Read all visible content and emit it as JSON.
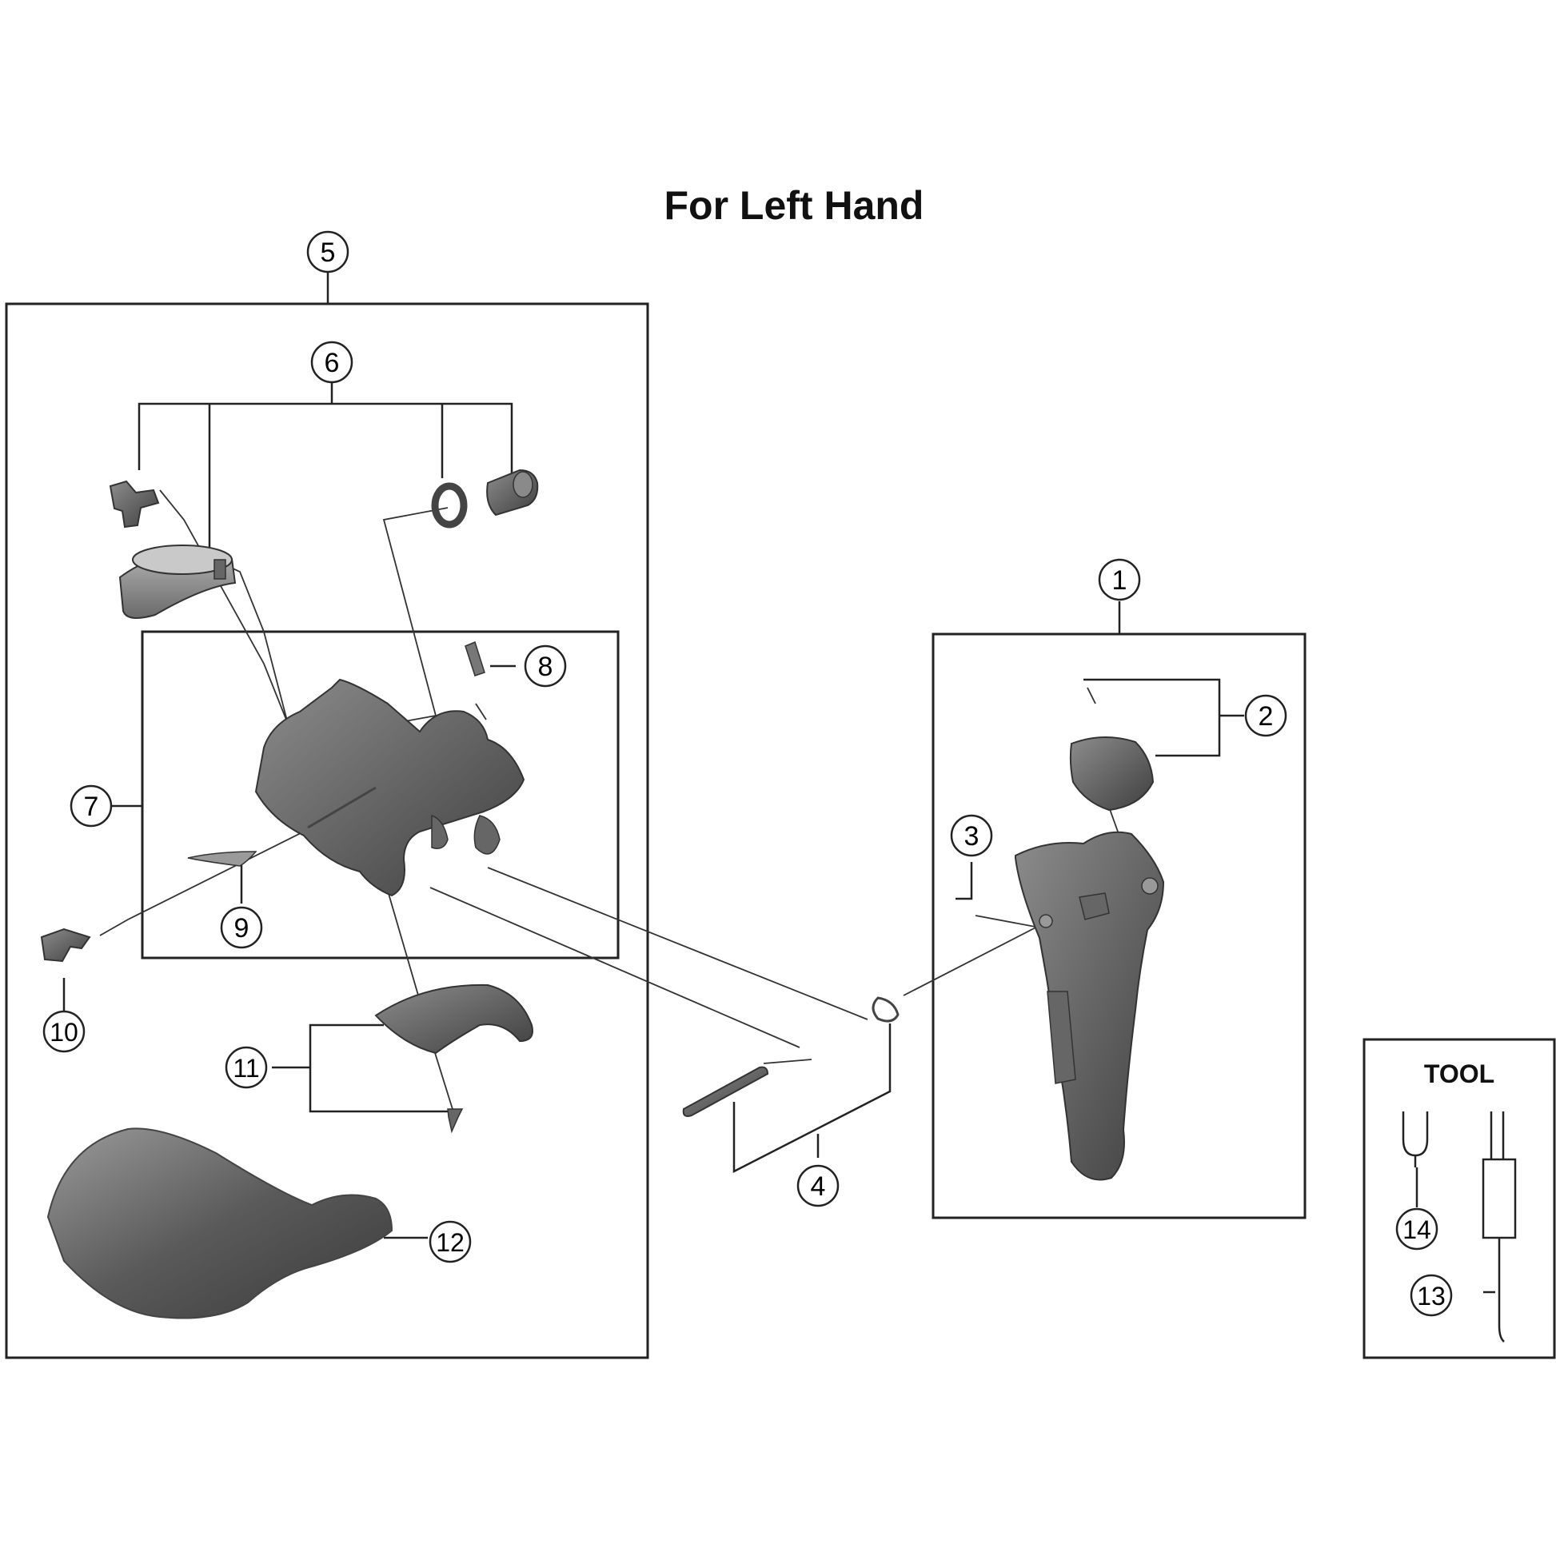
{
  "diagram": {
    "title": "For Left Hand",
    "tool_box_title": "TOOL",
    "callouts": [
      "1",
      "2",
      "3",
      "4",
      "5",
      "6",
      "7",
      "8",
      "9",
      "10",
      "11",
      "12",
      "13",
      "14"
    ],
    "colors": {
      "line": "#222222",
      "part_dark": "#555555",
      "part_mid": "#7a7a7a",
      "part_light": "#a8a8a8"
    }
  }
}
